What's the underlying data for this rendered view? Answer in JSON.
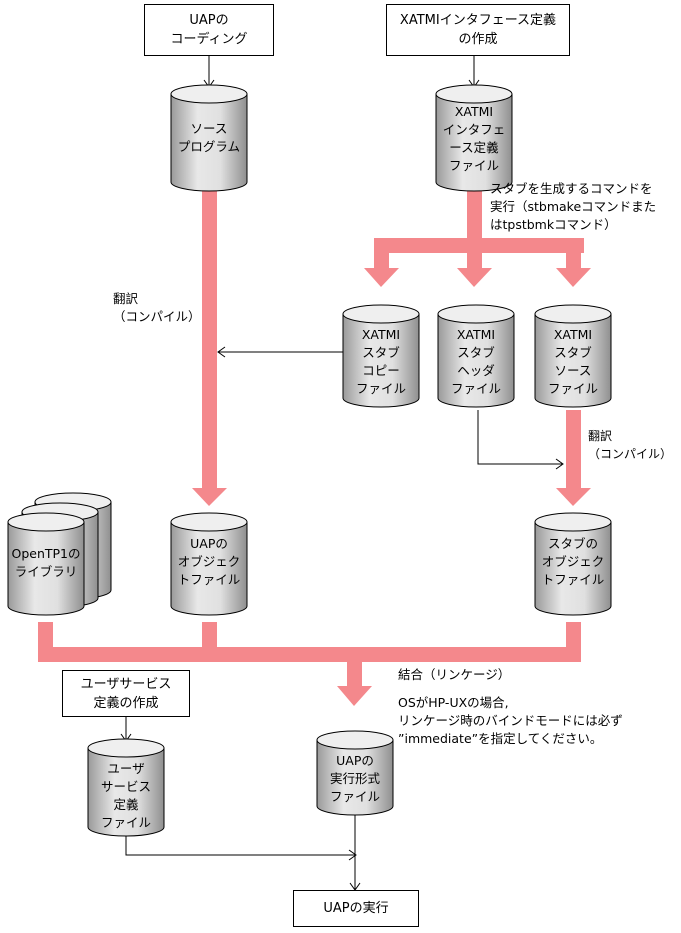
{
  "boxes": {
    "uap_coding": "UAPの\nコーディング",
    "xatmi_def": "XATMIインタフェース定義\nの作成",
    "user_service_def": "ユーザサービス\n定義の作成",
    "uap_exec": "UAPの実行"
  },
  "files": {
    "source_program": "ソース\nプログラム",
    "xatmi_if_file": "XATMI\nインタフェ\nース定義\nファイル",
    "stub_copy": "XATMI\nスタブ\nコピー\nファイル",
    "stub_header": "XATMI\nスタブ\nヘッダ\nファイル",
    "stub_source": "XATMI\nスタブ\nソース\nファイル",
    "opentp1_lib": "OpenTP1の\nライブラリ",
    "uap_object": "UAPの\nオブジェク\nトファイル",
    "stub_object": "スタブの\nオブジェク\nトファイル",
    "user_service_file": "ユーザ\nサービス\n定義\nファイル",
    "uap_executable": "UAPの\n実行形式\nファイル"
  },
  "notes": {
    "stub_gen": "スタブを生成するコマンドを\n実行（stbmakeコマンドまた\nはtpstbmkコマンド）",
    "compile_left": "翻訳\n（コンパイル）",
    "compile_right": "翻訳\n（コンパイル）",
    "link": "結合（リンケージ）",
    "hpux_note": "OSがHP-UXの場合,\nリンケージ時のバインドモードには必ず\n”immediate”を指定してください。"
  },
  "colors": {
    "flow_arrow": "#f4888c",
    "cylinder_top": "#e6e6e6",
    "cylinder_body": "#c8c8c8"
  }
}
